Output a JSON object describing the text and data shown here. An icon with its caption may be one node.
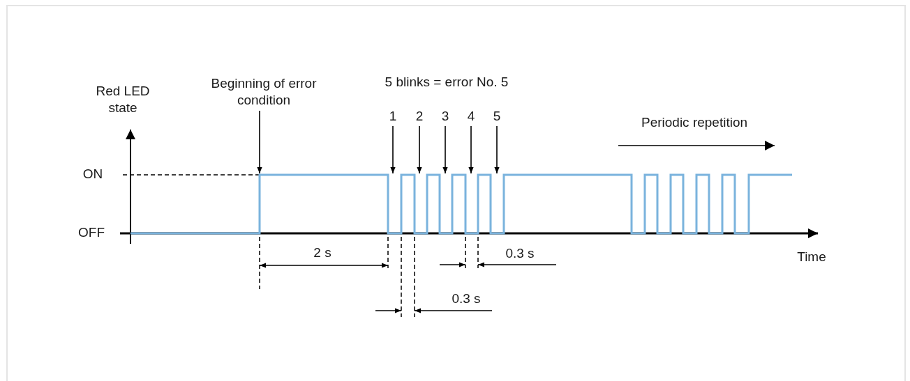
{
  "diagram": {
    "nodes": [
      {
        "text": [
          "Beginning of error condition"
        ]
      },
      {
        "text": [
          "1"
        ]
      },
      {
        "text": [
          "2"
        ]
      },
      {
        "text": [
          "3"
        ]
      },
      {
        "text": [
          "4"
        ]
      },
      {
        "text": [
          "5"
        ]
      },
      {
        "text": [],
        "shape": "picture"
      }
    ],
    "edges": [
      {
        "from": 0,
        "to": 6,
        "arrow": "to"
      },
      {
        "from": 1,
        "to": 6,
        "arrow": "to"
      },
      {
        "from": 2,
        "to": 6,
        "arrow": "to"
      },
      {
        "from": 3,
        "to": 6,
        "arrow": "to"
      },
      {
        "from": 4,
        "to": 6,
        "arrow": "to"
      },
      {
        "from": 5,
        "to": 6,
        "arrow": "to"
      }
    ],
    "labels": [
      "Red LED state",
      "5 blinks = error No. 5",
      "Periodic repetition",
      "ON",
      "OFF",
      "2 s",
      "0.3 s",
      "Time",
      "0.3 s"
    ]
  }
}
